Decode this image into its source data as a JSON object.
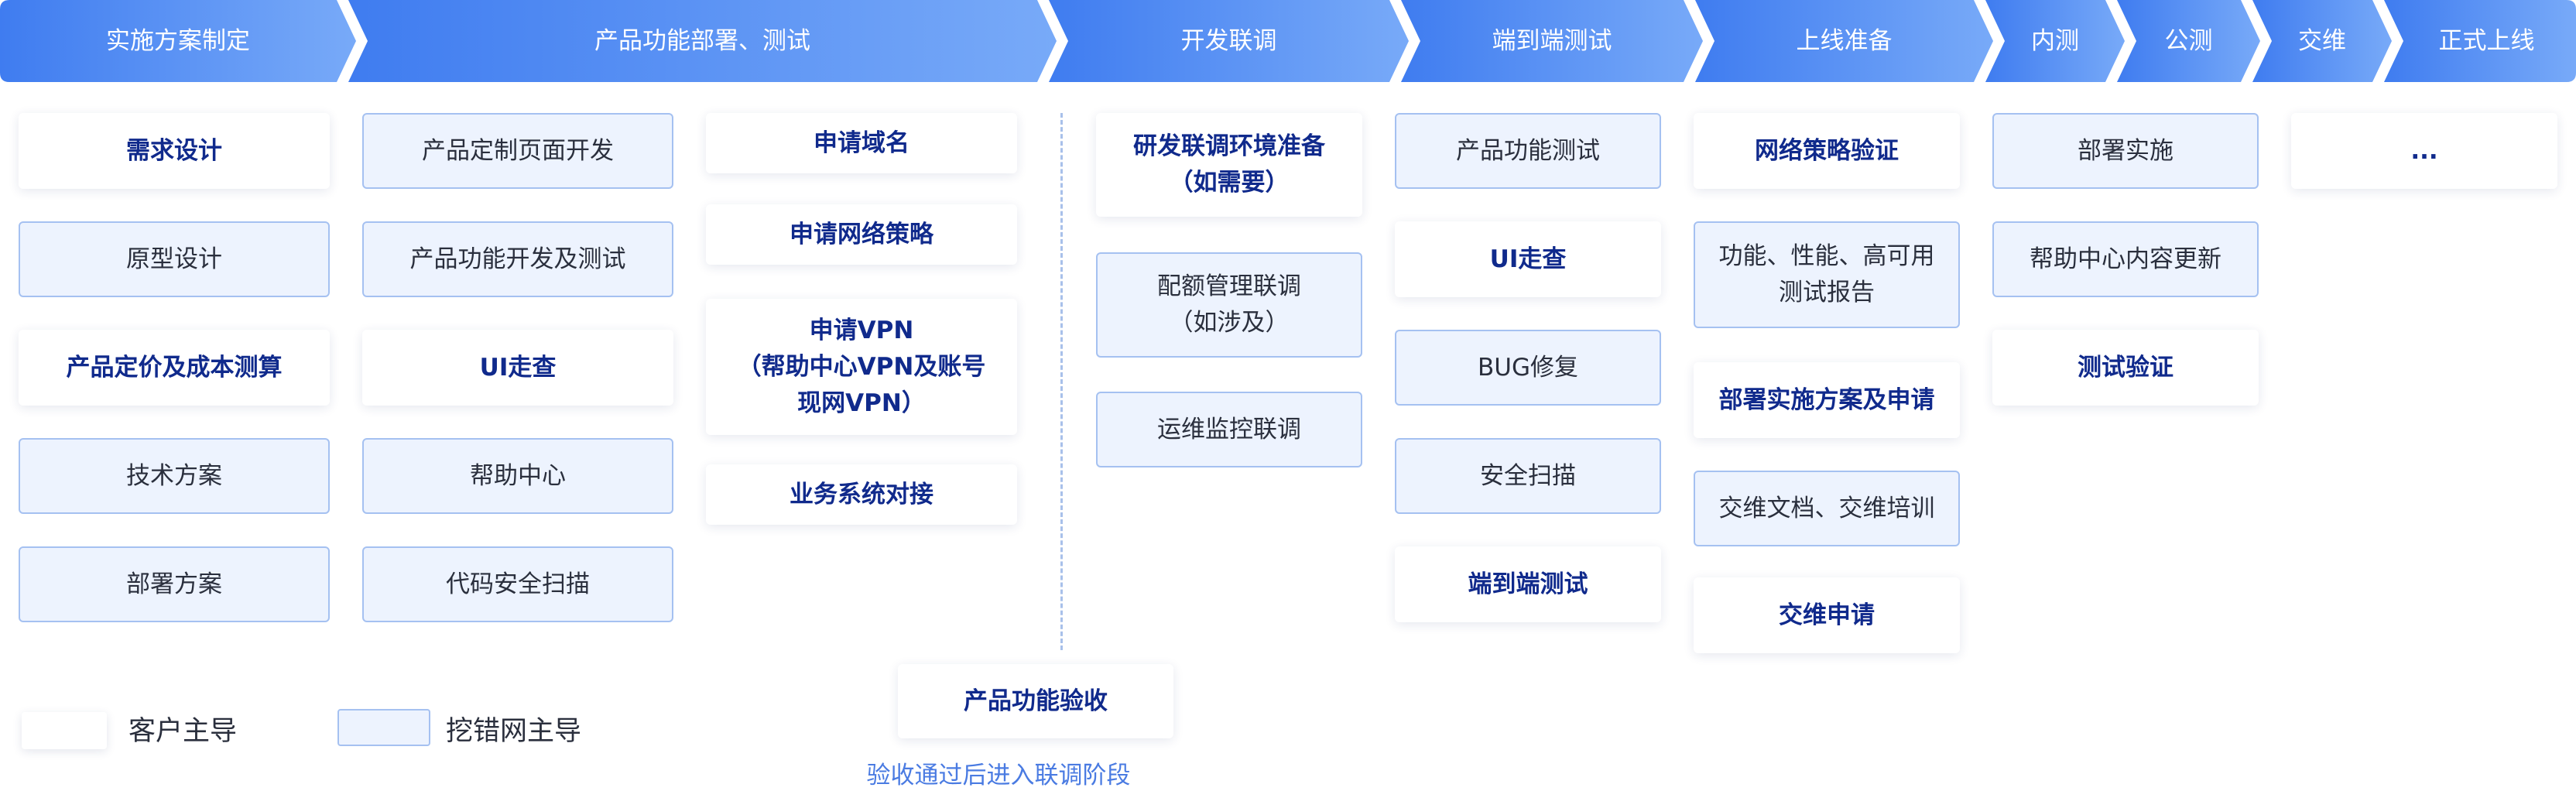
{
  "colors": {
    "bar_start": "#3f7cf0",
    "bar_end": "#78aaf8",
    "wangan_fill": "#edf3fe",
    "wangan_border": "#a5c1f1",
    "customer_text": "#102a8c",
    "note_text": "#4a7be2"
  },
  "stages": [
    "实施方案制定",
    "产品功能部署、测试",
    "开发联调",
    "端到端测试",
    "上线准备",
    "内测",
    "公测",
    "交维",
    "正式上线"
  ],
  "columns": {
    "c1": [
      "需求设计",
      "原型设计",
      "产品定价及成本测算",
      "技术方案",
      "部署方案"
    ],
    "c2": [
      "产品定制页面开发",
      "产品功能开发及测试",
      "UI走查",
      "帮助中心",
      "代码安全扫描"
    ],
    "c3": [
      "申请域名",
      "申请网络策略",
      "申请VPN\n（帮助中心VPN及账号\n现网VPN）",
      "业务系统对接"
    ],
    "c4": [
      "研发联调环境准备\n（如需要）",
      "配额管理联调\n（如涉及）",
      "运维监控联调"
    ],
    "c5": [
      "产品功能测试",
      "UI走查",
      "BUG修复",
      "安全扫描",
      "端到端测试"
    ],
    "c6": [
      "网络策略验证",
      "功能、性能、高可用\n测试报告",
      "部署实施方案及申请",
      "交维文档、交维培训",
      "交维申请"
    ],
    "c7": [
      "部署实施",
      "帮助中心内容更新",
      "测试验证"
    ],
    "c8": [
      "..."
    ]
  },
  "acceptance": {
    "label": "产品功能验收",
    "note": "验收通过后进入联调阶段"
  },
  "legend": {
    "customer": "客户主导",
    "wangan": "挖错网主导"
  }
}
